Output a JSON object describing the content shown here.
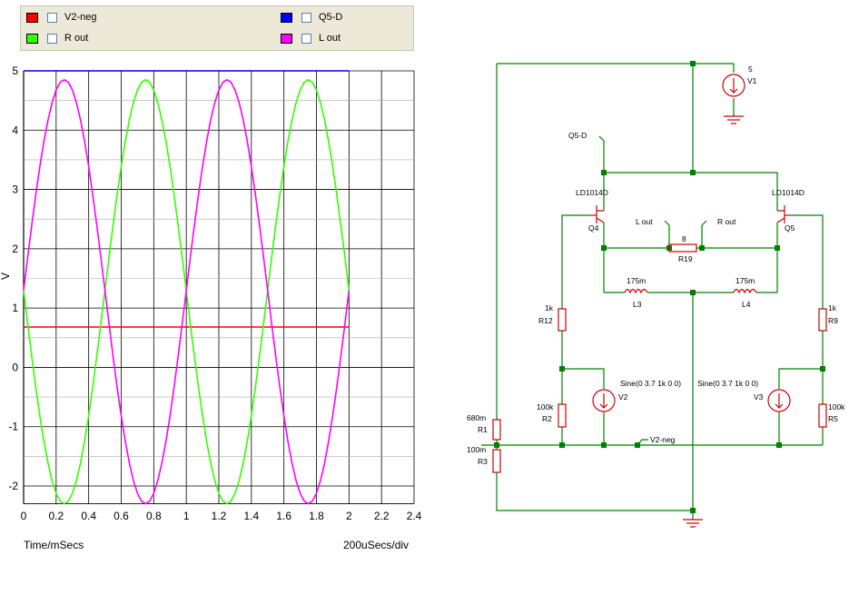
{
  "legend": [
    {
      "label": "V2-neg",
      "color": "#ff0000",
      "checked": false
    },
    {
      "label": "R out",
      "color": "#33ff00",
      "checked": false
    },
    {
      "label": "Q5-D",
      "color": "#0000ff",
      "checked": false
    },
    {
      "label": "L out",
      "color": "#ff00ff",
      "checked": false
    }
  ],
  "chart_data": {
    "type": "line",
    "xlabel": "Time/mSecs",
    "ylabel": "V",
    "scale_note": "200uSecs/div",
    "xlim": [
      0,
      2.4
    ],
    "ylim": [
      -2.3,
      5
    ],
    "x_ticks": [
      "0",
      "0.2",
      "0.4",
      "0.6",
      "0.8",
      "1",
      "1.2",
      "1.4",
      "1.6",
      "1.8",
      "2",
      "2.2",
      "2.4"
    ],
    "y_ticks": [
      "5",
      "4",
      "3",
      "2",
      "1",
      "0",
      "-1",
      "-2"
    ],
    "grid": true,
    "series": [
      {
        "name": "V2-neg",
        "color": "#ff0000",
        "x": [
          0,
          2
        ],
        "y": [
          0.68,
          0.68
        ]
      },
      {
        "name": "R out",
        "color": "#33ff00",
        "x": [
          0,
          0.25,
          0.5,
          0.75,
          1.0,
          1.25,
          1.5,
          1.75,
          2.0
        ],
        "y": [
          1.3,
          -2.3,
          1.3,
          4.85,
          1.3,
          -2.3,
          1.3,
          4.85,
          1.3
        ]
      },
      {
        "name": "Q5-D",
        "color": "#0000ff",
        "x": [
          0,
          2
        ],
        "y": [
          5,
          5
        ]
      },
      {
        "name": "L out",
        "color": "#ff00ff",
        "x": [
          0,
          0.25,
          0.5,
          0.75,
          1.0,
          1.25,
          1.5,
          1.75,
          2.0
        ],
        "y": [
          1.3,
          4.85,
          1.3,
          -2.3,
          1.3,
          4.85,
          1.3,
          -2.3,
          1.3
        ]
      }
    ]
  },
  "schematic": {
    "V1_value": "5",
    "V1_name": "V1",
    "Q5D_probe": "Q5-D",
    "Q4_part": "LD1014D",
    "Q4_name": "Q4",
    "Q5_part": "LD1014D",
    "Q5_name": "Q5",
    "Lout_probe": "L out",
    "Rout_probe": "R out",
    "R19_value": "8",
    "R19_name": "R19",
    "L3_value": "175m",
    "L3_name": "L3",
    "L4_value": "175m",
    "L4_name": "L4",
    "R12_value": "1k",
    "R12_name": "R12",
    "R9_value": "1k",
    "R9_name": "R9",
    "V2_desc": "Sine(0 3.7 1k 0 0)",
    "V2_name": "V2",
    "V3_desc": "Sine(0 3.7 1k 0 0)",
    "V3_name": "V3",
    "R2_value": "100k",
    "R2_name": "R2",
    "R5_value": "100k",
    "R5_name": "R5",
    "R1_value": "680m",
    "R1_name": "R1",
    "R3_value": "100m",
    "R3_name": "R3",
    "V2neg_probe": "V2-neg"
  }
}
